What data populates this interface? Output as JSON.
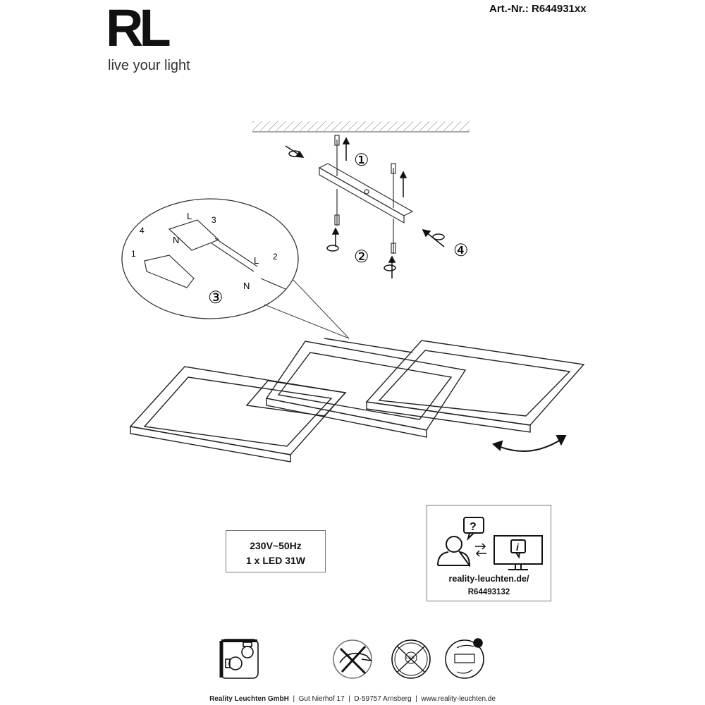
{
  "header": {
    "logo_text": "RL",
    "logo_tagline": "live your light",
    "article_number": "Art.-Nr.: R644931xx"
  },
  "diagram": {
    "steps": [
      "①",
      "②",
      "③",
      "④"
    ],
    "detail_labels": {
      "L_top": "L",
      "num3": "3",
      "num4": "4",
      "N_left": "N",
      "num1": "1",
      "L_right": "L",
      "num2": "2",
      "N_right": "N"
    }
  },
  "spec_box": {
    "voltage": "230V~50Hz",
    "lamp": "1 x LED 31W"
  },
  "support_box": {
    "url": "reality-leuchten.de/",
    "code": "R64493132",
    "icons": [
      "person-icon",
      "question-bubble-icon",
      "exchange-arrows-icon",
      "monitor-info-icon"
    ]
  },
  "symbols": [
    "protection-class-icon",
    "no-dimmer-icon",
    "led-not-replaceable-icon",
    "driver-replaceable-icon"
  ],
  "footer": {
    "company": "Reality Leuchten GmbH",
    "sep": "|",
    "street": "Gut Nierhof 17",
    "city": "D-59757 Arnsberg",
    "website": "www.reality-leuchten.de"
  }
}
